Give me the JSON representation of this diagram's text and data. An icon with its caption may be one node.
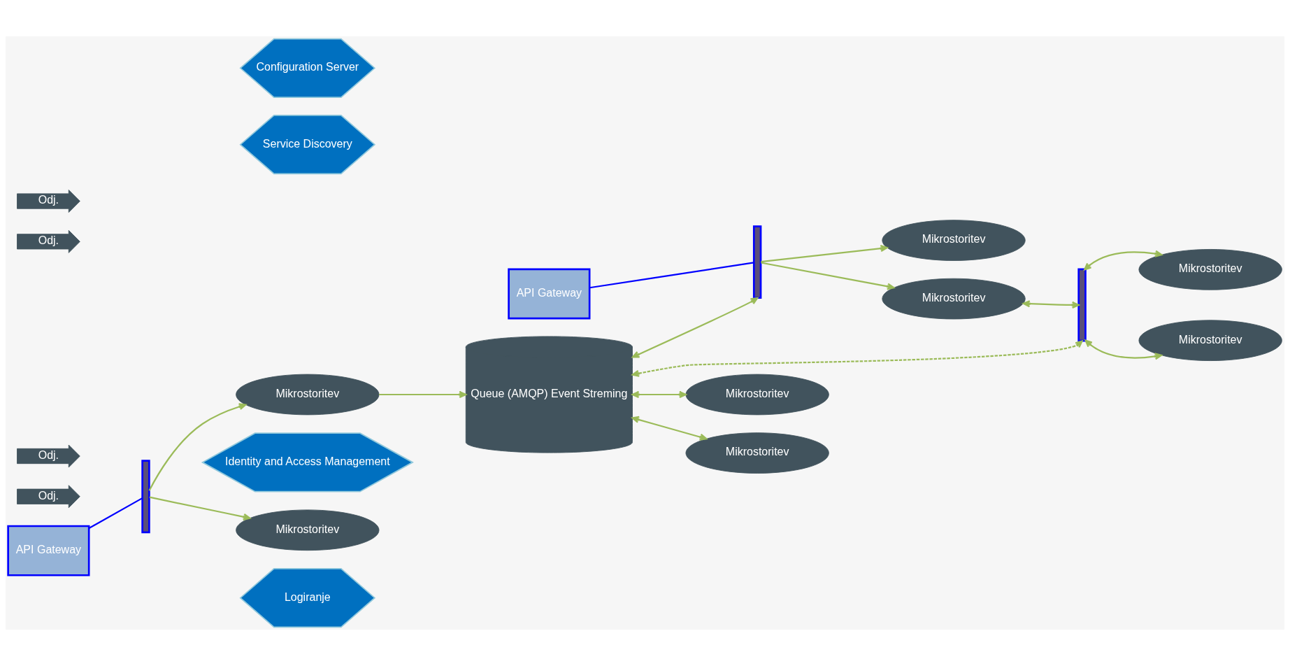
{
  "diagram": {
    "nodes": [
      {
        "text": [
          "Odj."
        ]
      },
      {
        "text": [
          "Odj."
        ]
      },
      {
        "text": [
          "Odj."
        ]
      },
      {
        "text": [
          "Odj."
        ]
      },
      {
        "text": [
          "API Gateway"
        ]
      },
      {
        "text": [],
        "shape": "bar"
      },
      {
        "text": [],
        "shape": "bar"
      },
      {
        "text": [
          "API Gateway"
        ]
      },
      {
        "text": [
          "Identity and Access Management"
        ]
      },
      {
        "text": [
          "Service Discovery"
        ]
      },
      {
        "text": [
          "Configuration Server"
        ]
      },
      {
        "text": [
          "Mikrostoritev"
        ]
      },
      {
        "text": [
          "Mikrostoritev"
        ]
      },
      {
        "text": [],
        "shape": "bar"
      },
      {
        "text": [
          "Mikrostoritev"
        ]
      },
      {
        "text": [
          "Mikrostoritev"
        ]
      },
      {
        "text": [
          "Mikrostoritev"
        ]
      },
      {
        "text": [
          "Mikrostoritev"
        ]
      },
      {
        "text": [
          "Queue (AMQP) Event Streming"
        ]
      },
      {
        "text": [
          "Mikrostoritev"
        ]
      },
      {
        "text": [
          "Mikrostoritev"
        ]
      },
      {
        "text": [
          "Logiranje"
        ]
      }
    ],
    "edges": [
      {
        "from": 4,
        "to": 5,
        "arrow": "none",
        "color": "#0000ff"
      },
      {
        "from": 7,
        "to": 6,
        "arrow": "none",
        "color": "#0000ff"
      },
      {
        "from": 5,
        "to": 11,
        "arrow": "to"
      },
      {
        "from": 5,
        "to": 12,
        "arrow": "to"
      },
      {
        "from": 18,
        "to": 5,
        "arrow": "both"
      },
      {
        "from": 12,
        "to": 13,
        "arrow": "both"
      },
      {
        "from": 13,
        "to": 14,
        "arrow": "both"
      },
      {
        "from": 13,
        "to": 16,
        "arrow": "both"
      },
      {
        "from": 18,
        "to": 13,
        "arrow": "both",
        "style": "dashed"
      },
      {
        "from": 6,
        "to": 15,
        "arrow": "to"
      },
      {
        "from": 6,
        "to": 17,
        "arrow": "to"
      },
      {
        "from": 17,
        "to": 18,
        "arrow": "to"
      },
      {
        "from": 18,
        "to": 19,
        "arrow": "both"
      },
      {
        "from": 18,
        "to": 20,
        "arrow": "both"
      }
    ]
  }
}
